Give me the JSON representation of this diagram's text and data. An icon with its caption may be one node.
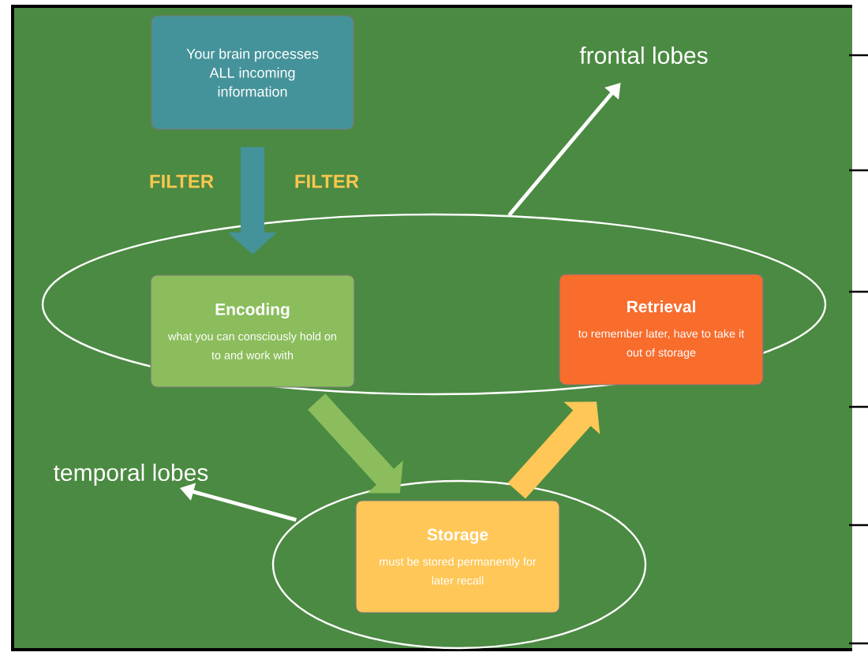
{
  "diagram": {
    "nodes": [
      {
        "text": [
          "Your brain processes ALL incoming information"
        ]
      },
      {
        "text": [
          "frontal lobes"
        ]
      },
      {
        "text": [],
        "shape": "ellipse"
      },
      {
        "text": [
          "Encoding",
          "what you can consciously hold on to and work with"
        ],
        "in": 2
      },
      {
        "text": [
          "Retrieval",
          "to remember later, have to take it out of storage"
        ],
        "in": 2
      },
      {
        "text": [
          "temporal lobes"
        ]
      },
      {
        "text": [],
        "shape": "ellipse"
      },
      {
        "text": [
          "Storage",
          "must be stored permanently for later recall"
        ],
        "in": 6
      }
    ],
    "edges": [
      {
        "from": 0,
        "to": 2,
        "arrow": "to",
        "color": "#45939a"
      },
      {
        "from": 2,
        "to": 1,
        "arrow": "to",
        "color": "#ffffff"
      },
      {
        "from": 3,
        "to": 7,
        "arrow": "to",
        "color": "#8bbd5c"
      },
      {
        "from": 7,
        "to": 4,
        "arrow": "to",
        "color": "#fec757"
      },
      {
        "from": 6,
        "to": 5,
        "arrow": "to",
        "color": "#ffffff"
      }
    ],
    "labels": [
      "FILTER",
      "FILTER"
    ]
  }
}
